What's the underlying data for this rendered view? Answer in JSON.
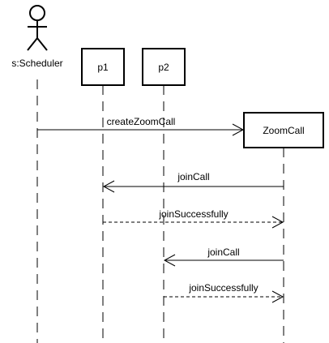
{
  "diagram": {
    "type": "sequence",
    "participants": [
      {
        "id": "scheduler",
        "label": "s:Scheduler",
        "kind": "actor"
      },
      {
        "id": "p1",
        "label": "p1",
        "kind": "object"
      },
      {
        "id": "p2",
        "label": "p2",
        "kind": "object"
      },
      {
        "id": "zoom",
        "label": "ZoomCall",
        "kind": "object"
      }
    ],
    "messages": [
      {
        "from": "scheduler",
        "to": "zoom",
        "label": "createZoomCall",
        "style": "solid"
      },
      {
        "from": "zoom",
        "to": "p1",
        "label": "joinCall",
        "style": "solid"
      },
      {
        "from": "p1",
        "to": "zoom",
        "label": "joinSuccessfully",
        "style": "dashed"
      },
      {
        "from": "zoom",
        "to": "p2",
        "label": "joinCall",
        "style": "solid"
      },
      {
        "from": "p2",
        "to": "zoom",
        "label": "joinSuccessfully",
        "style": "dashed"
      }
    ]
  }
}
